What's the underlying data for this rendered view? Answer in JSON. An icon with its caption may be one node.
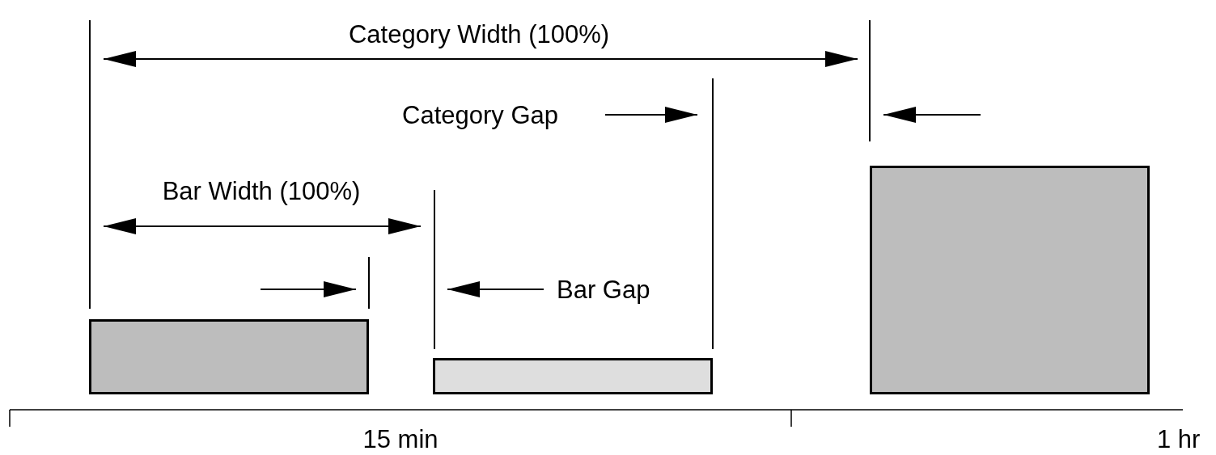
{
  "diagram": {
    "nodes": [
      {
        "text": [],
        "shape": "bar"
      },
      {
        "text": [],
        "shape": "bar"
      },
      {
        "text": [],
        "shape": "bar"
      }
    ],
    "labels": [
      "Category Width (100%)",
      "Category Gap",
      "Bar Width (100%)",
      "Bar Gap",
      "15 min",
      "1 hr"
    ]
  }
}
